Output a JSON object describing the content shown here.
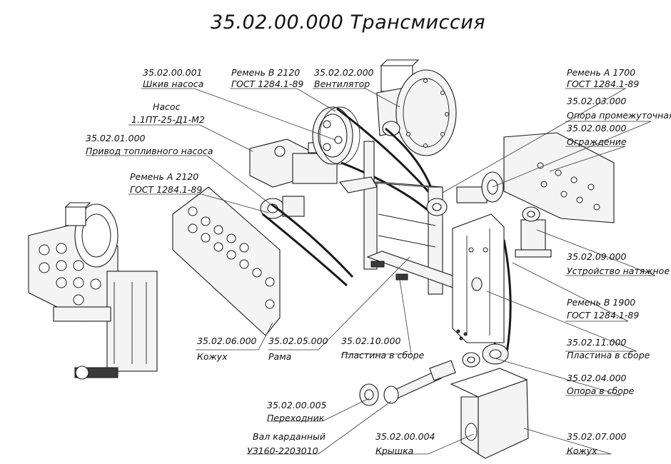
{
  "title": "35.02.00.000 Трансмиссия",
  "callouts": [
    {
      "id": "shkiv",
      "code": "35.02.00.001",
      "name": "Шкив насоса"
    },
    {
      "id": "remen-v-2120",
      "code": "Ремень В 2120",
      "name": "ГОСТ 1284.1-89"
    },
    {
      "id": "ventilyator",
      "code": "35.02.02.000",
      "name": "Вентилятор"
    },
    {
      "id": "nasos",
      "code": "Насос",
      "name": "1.1ПТ-25-Д1-М2"
    },
    {
      "id": "privod",
      "code": "35.02.01.000",
      "name": "Привод топливного насоса"
    },
    {
      "id": "remen-a-2120",
      "code": "Ремень А 2120",
      "name": "ГОСТ 1284.1-89"
    },
    {
      "id": "remen-a-1700",
      "code": "Ремень А 1700",
      "name": "ГОСТ 1284.1-89"
    },
    {
      "id": "opora-promezh",
      "code": "35.02.03.000",
      "name": "Опора промежуточная"
    },
    {
      "id": "ograzhdenie",
      "code": "35.02.08.000",
      "name": "Ограждение"
    },
    {
      "id": "ustroystvo",
      "code": "35.02.09.000",
      "name": "Устройство натяжное"
    },
    {
      "id": "remen-v-1900",
      "code": "Ремень В 1900",
      "name": "ГОСТ 1284.1-89"
    },
    {
      "id": "plastina-11",
      "code": "35.02.11.000",
      "name": "Пластина в сборе"
    },
    {
      "id": "opora-sbor",
      "code": "35.02.04.000",
      "name": "Опора в сборе"
    },
    {
      "id": "kozhukh-06",
      "code": "35.02.06.000",
      "name": "Кожух"
    },
    {
      "id": "rama",
      "code": "35.02.05.000",
      "name": "Рама"
    },
    {
      "id": "plastina-10",
      "code": "35.02.10.000",
      "name": "Пластина в сборе"
    },
    {
      "id": "perekhodnik",
      "code": "35.02.00.005",
      "name": "Переходник"
    },
    {
      "id": "val",
      "code": "Вал карданный",
      "name": "УЗ160-2203010"
    },
    {
      "id": "kryshka",
      "code": "35.02.00.004",
      "name": "Крышка"
    },
    {
      "id": "kozhukh-07",
      "code": "35.02.07.000",
      "name": "Кожух"
    }
  ]
}
